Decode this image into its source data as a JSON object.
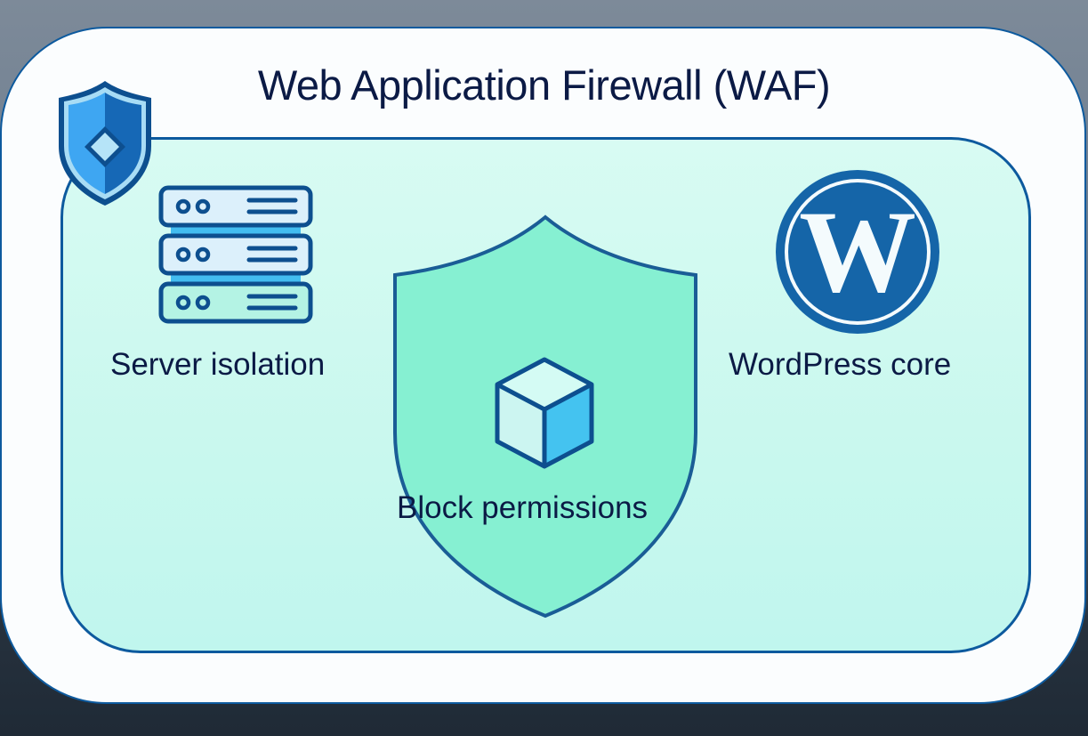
{
  "title": "Web Application Firewall (WAF)",
  "components": [
    {
      "id": "server",
      "label": "Server isolation",
      "icon": "server-rack-icon"
    },
    {
      "id": "block",
      "label": "Block permissions",
      "icon": "cube-icon"
    },
    {
      "id": "wordpress",
      "label": "WordPress core",
      "icon": "wordpress-logo-icon"
    }
  ],
  "colors": {
    "border": "#0d5a9e",
    "title_text": "#0b1a45",
    "panel_fill": "#c9f8ee",
    "shield_fill": "#86f0d2",
    "accent_blue": "#44c3f0",
    "wordpress_blue": "#1565a8"
  }
}
